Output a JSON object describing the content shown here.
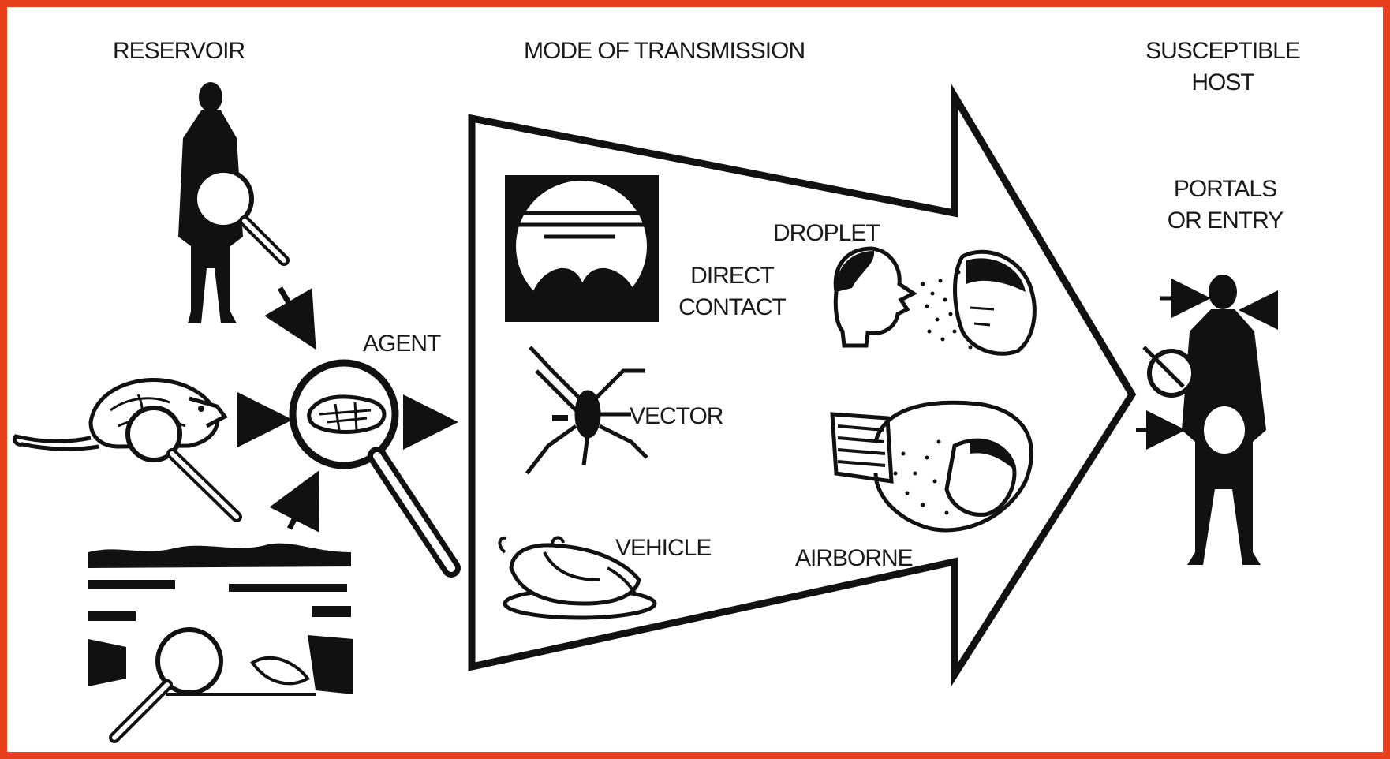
{
  "headings": {
    "reservoir": "RESERVOIR",
    "mode": "MODE OF TRANSMISSION",
    "host_line1": "SUSCEPTIBLE",
    "host_line2": "HOST"
  },
  "labels": {
    "agent": "AGENT",
    "direct_line1": "DIRECT",
    "direct_line2": "CONTACT",
    "droplet": "DROPLET",
    "vector": "VECTOR",
    "vehicle": "VEHICLE",
    "airborne": "AIRBORNE",
    "portals_line1": "PORTALS",
    "portals_line2": "OR ENTRY"
  },
  "colors": {
    "border": "#e8401c",
    "ink": "#111111",
    "background": "#ffffff"
  },
  "icons": [
    "person-icon",
    "magnifier-icon",
    "rat-icon",
    "landscape-icon",
    "kiss-icon",
    "sneeze-icon",
    "spider-icon",
    "turkey-icon",
    "airborne-icon",
    "host-person-icon",
    "arrow-icon"
  ]
}
